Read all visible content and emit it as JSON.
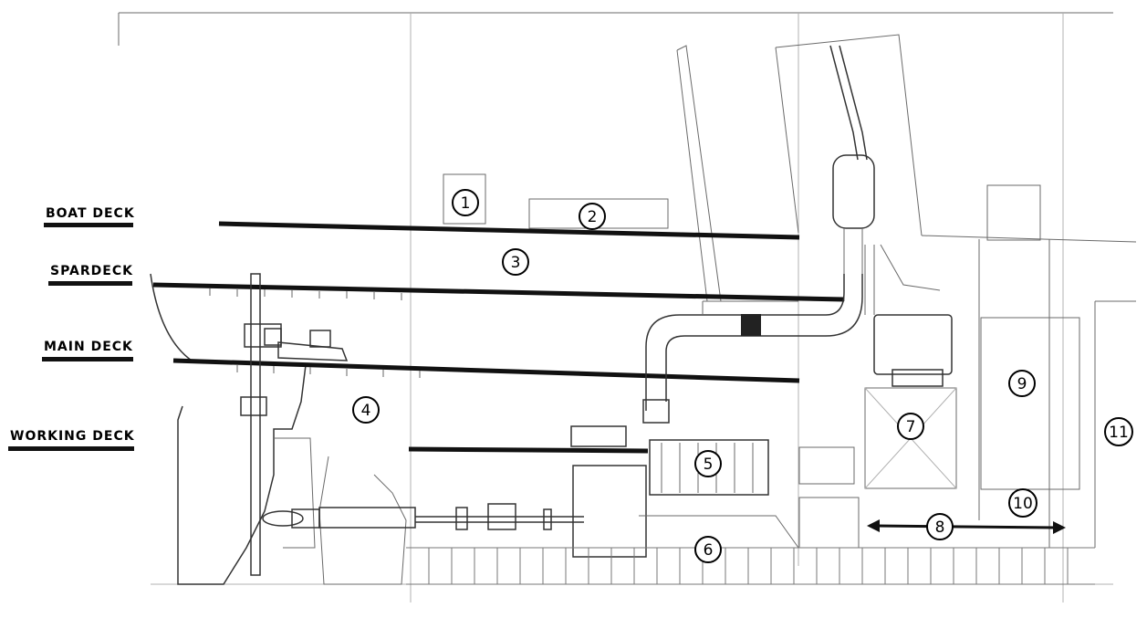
{
  "deck_labels": {
    "boat_deck": "BOAT DECK",
    "spardeck": "SPARDECK",
    "main_deck": "MAIN DECK",
    "working_deck": "WORKING DECK"
  },
  "callouts": {
    "c1": "1",
    "c2": "2",
    "c3": "3",
    "c4": "4",
    "c5": "5",
    "c6": "6",
    "c7": "7",
    "c8": "8",
    "c9": "9",
    "c10": "10",
    "c11": "11"
  },
  "colors": {
    "deck_line": "#111111",
    "drawing_line": "#555555",
    "background": "#ffffff"
  }
}
